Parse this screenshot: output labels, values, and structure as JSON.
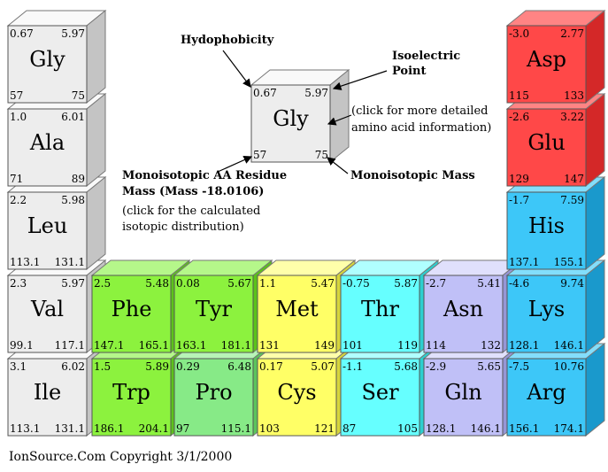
{
  "colors": {
    "gray": {
      "front": "#ededed",
      "top": "#f9f9f9",
      "side": "#c4c4c4"
    },
    "red": {
      "front": "#ff4848",
      "top": "#ff8484",
      "side": "#d42828"
    },
    "blue": {
      "front": "#3dc7f8",
      "top": "#83defb",
      "side": "#1a99cc"
    },
    "green": {
      "front": "#8cf23e",
      "top": "#b5f78a",
      "side": "#5cc21a"
    },
    "lightgreen": {
      "front": "#87ea87",
      "top": "#b7f4b7",
      "side": "#5cc45c"
    },
    "yellow": {
      "front": "#ffff66",
      "top": "#ffffaa",
      "side": "#d6d63c"
    },
    "cyan": {
      "front": "#66ffff",
      "top": "#b0ffff",
      "side": "#2ccfcf"
    },
    "lavender": {
      "front": "#c0c0f7",
      "top": "#e0e0fc",
      "side": "#9696d6"
    }
  },
  "cubes": [
    {
      "sym": "Gly",
      "hyd": "0.67",
      "pi": "5.97",
      "mono": "57",
      "res": "75",
      "color": "gray"
    },
    {
      "sym": "Ala",
      "hyd": "1.0",
      "pi": "6.01",
      "mono": "71",
      "res": "89",
      "color": "gray"
    },
    {
      "sym": "Leu",
      "hyd": "2.2",
      "pi": "5.98",
      "mono": "113.1",
      "res": "131.1",
      "color": "gray"
    },
    {
      "sym": "Val",
      "hyd": "2.3",
      "pi": "5.97",
      "mono": "99.1",
      "res": "117.1",
      "color": "gray"
    },
    {
      "sym": "Ile",
      "hyd": "3.1",
      "pi": "6.02",
      "mono": "113.1",
      "res": "131.1",
      "color": "gray"
    },
    {
      "sym": "Phe",
      "hyd": "2.5",
      "pi": "5.48",
      "mono": "147.1",
      "res": "165.1",
      "color": "green"
    },
    {
      "sym": "Trp",
      "hyd": "1.5",
      "pi": "5.89",
      "mono": "186.1",
      "res": "204.1",
      "color": "green"
    },
    {
      "sym": "Tyr",
      "hyd": "0.08",
      "pi": "5.67",
      "mono": "163.1",
      "res": "181.1",
      "color": "green"
    },
    {
      "sym": "Pro",
      "hyd": "0.29",
      "pi": "6.48",
      "mono": "97",
      "res": "115.1",
      "color": "lightgreen"
    },
    {
      "sym": "Met",
      "hyd": "1.1",
      "pi": "5.47",
      "mono": "131",
      "res": "149",
      "color": "yellow"
    },
    {
      "sym": "Cys",
      "hyd": "0.17",
      "pi": "5.07",
      "mono": "103",
      "res": "121",
      "color": "yellow"
    },
    {
      "sym": "Thr",
      "hyd": "-0.75",
      "pi": "5.87",
      "mono": "101",
      "res": "119",
      "color": "cyan"
    },
    {
      "sym": "Ser",
      "hyd": "-1.1",
      "pi": "5.68",
      "mono": "87",
      "res": "105",
      "color": "cyan"
    },
    {
      "sym": "Asn",
      "hyd": "-2.7",
      "pi": "5.41",
      "mono": "114",
      "res": "132",
      "color": "lavender"
    },
    {
      "sym": "Gln",
      "hyd": "-2.9",
      "pi": "5.65",
      "mono": "128.1",
      "res": "146.1",
      "color": "lavender"
    },
    {
      "sym": "Asp",
      "hyd": "-3.0",
      "pi": "2.77",
      "mono": "115",
      "res": "133",
      "color": "red"
    },
    {
      "sym": "Glu",
      "hyd": "-2.6",
      "pi": "3.22",
      "mono": "129",
      "res": "147",
      "color": "red"
    },
    {
      "sym": "His",
      "hyd": "-1.7",
      "pi": "7.59",
      "mono": "137.1",
      "res": "155.1",
      "color": "blue"
    },
    {
      "sym": "Lys",
      "hyd": "-4.6",
      "pi": "9.74",
      "mono": "128.1",
      "res": "146.1",
      "color": "blue"
    },
    {
      "sym": "Arg",
      "hyd": "-7.5",
      "pi": "10.76",
      "mono": "156.1",
      "res": "174.1",
      "color": "blue"
    }
  ],
  "legend": {
    "sym": "Gly",
    "hyd": "0.67",
    "pi": "5.97",
    "mono": "57",
    "res": "75",
    "color": "gray",
    "hydrophobicity_label": "Hydophobicity",
    "isoelectric_label_1": "Isoelectric",
    "isoelectric_label_2": "Point",
    "click_detail_1": "(click for more detailed",
    "click_detail_2": "amino acid information)",
    "mono_mass_label": "Monoisotopic Mass",
    "residue_label_1": "Monoisotopic AA Residue",
    "residue_label_2": "Mass (Mass -18.0106)",
    "click_iso_1": "(click for the calculated",
    "click_iso_2": "isotopic distribution)"
  },
  "footer": "IonSource.Com   Copyright 3/1/2000"
}
